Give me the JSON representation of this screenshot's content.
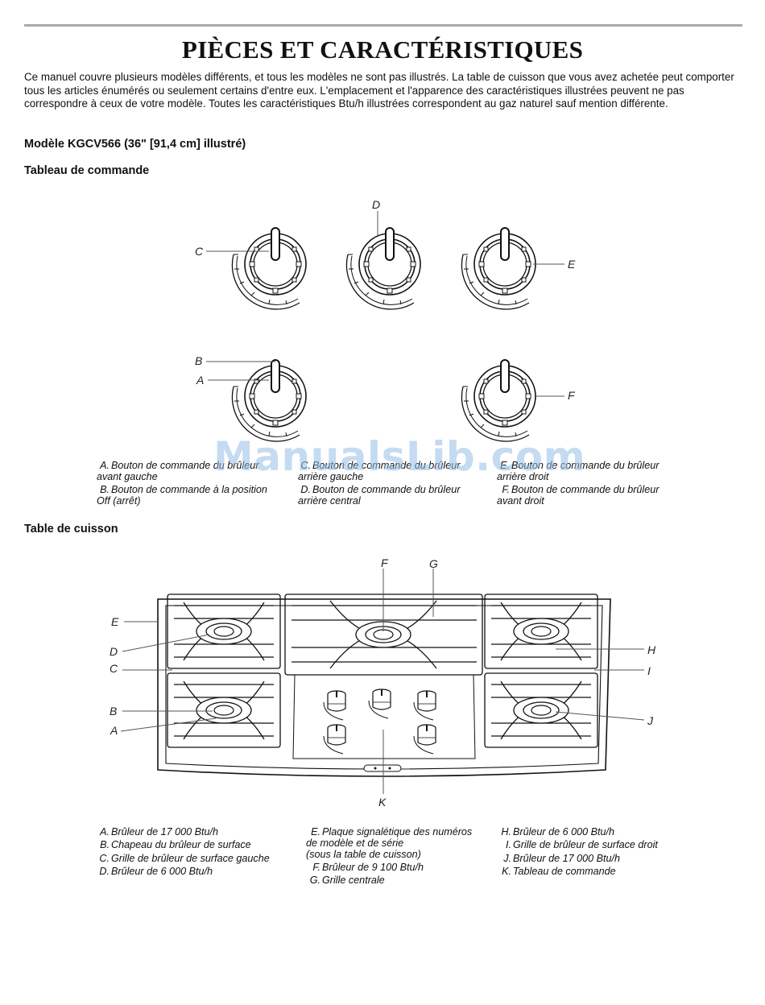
{
  "title": "PIÈCES ET CARACTÉRISTIQUES",
  "intro": "Ce manuel couvre plusieurs modèles différents, et tous les modèles ne sont pas illustrés. La table de cuisson que vous avez achetée peut comporter tous les articles énumérés ou seulement certains d'entre eux. L'emplacement et l'apparence des caractéristiques illustrées peuvent ne pas correspondre à ceux de votre modèle. Toutes les caractéristiques Btu/h illustrées correspondent au gaz naturel sauf mention différente.",
  "model_heading": "Modèle KGCV566 (36\" [91,4 cm] illustré)",
  "control_panel": {
    "heading": "Tableau de commande",
    "callouts": [
      "A",
      "B",
      "C",
      "D",
      "E",
      "F"
    ],
    "captions": [
      [
        {
          "letter": "A.",
          "text": "Bouton de commande du brûleur\navant gauche"
        },
        {
          "letter": "B.",
          "text": "Bouton de commande à la position\nOff (arrêt)"
        }
      ],
      [
        {
          "letter": "C.",
          "text": "Bouton de commande du brûleur\narrière gauche"
        },
        {
          "letter": "D.",
          "text": "Bouton de commande du brûleur\narrière central"
        }
      ],
      [
        {
          "letter": "E.",
          "text": "Bouton de commande du brûleur\narrière droit"
        },
        {
          "letter": "F.",
          "text": "Bouton de commande du brûleur\navant droit"
        }
      ]
    ]
  },
  "cooktop": {
    "heading": "Table de cuisson",
    "callouts": [
      "A",
      "B",
      "C",
      "D",
      "E",
      "F",
      "G",
      "H",
      "I",
      "J",
      "K"
    ],
    "captions": [
      [
        {
          "letter": "A.",
          "text": "Brûleur de 17 000 Btu/h"
        },
        {
          "letter": "B.",
          "text": "Chapeau du brûleur de surface"
        },
        {
          "letter": "C.",
          "text": "Grille de brûleur de surface gauche"
        },
        {
          "letter": "D.",
          "text": "Brûleur de 6 000 Btu/h"
        }
      ],
      [
        {
          "letter": "E.",
          "text": "Plaque signalétique des numéros\nde modèle et de série\n(sous la table de cuisson)"
        },
        {
          "letter": "F.",
          "text": "Brûleur de 9 100 Btu/h"
        },
        {
          "letter": "G.",
          "text": "Grille centrale"
        }
      ],
      [
        {
          "letter": "H.",
          "text": "Brûleur de 6 000 Btu/h"
        },
        {
          "letter": "I.",
          "text": "Grille de brûleur de surface droit"
        },
        {
          "letter": "J.",
          "text": "Brûleur de 17 000 Btu/h"
        },
        {
          "letter": "K.",
          "text": "Tableau de commande"
        }
      ]
    ]
  },
  "watermark": "ManualsLib.com"
}
